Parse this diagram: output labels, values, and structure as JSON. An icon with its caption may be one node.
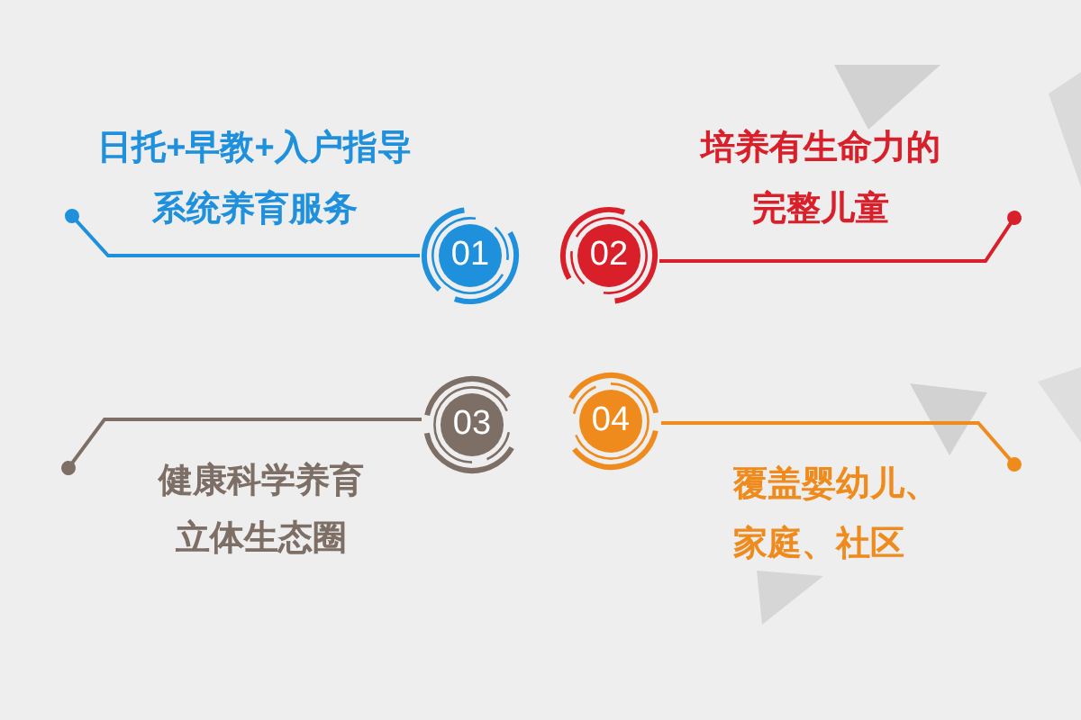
{
  "diagram": {
    "nodes": [
      {
        "text": [
          "01"
        ],
        "beside": [
          "日托+早教+入户指导系统养育服务"
        ]
      },
      {
        "text": [
          "02"
        ],
        "beside": [
          "培养有生命力的完整儿童"
        ]
      },
      {
        "text": [
          "03"
        ],
        "beside": [
          "健康科学养育立体生态圈"
        ]
      },
      {
        "text": [
          "04"
        ],
        "beside": [
          "覆盖婴幼儿、家庭、社区"
        ]
      }
    ],
    "edges": [
      {
        "from": 0,
        "to": null,
        "arrow": "other",
        "color": "#1e90dc"
      },
      {
        "from": 1,
        "to": null,
        "arrow": "other",
        "color": "#d81f2a"
      },
      {
        "from": 2,
        "to": null,
        "arrow": "other",
        "color": "#7d6e66"
      },
      {
        "from": 3,
        "to": null,
        "arrow": "other",
        "color": "#ef8b1d"
      }
    ]
  }
}
